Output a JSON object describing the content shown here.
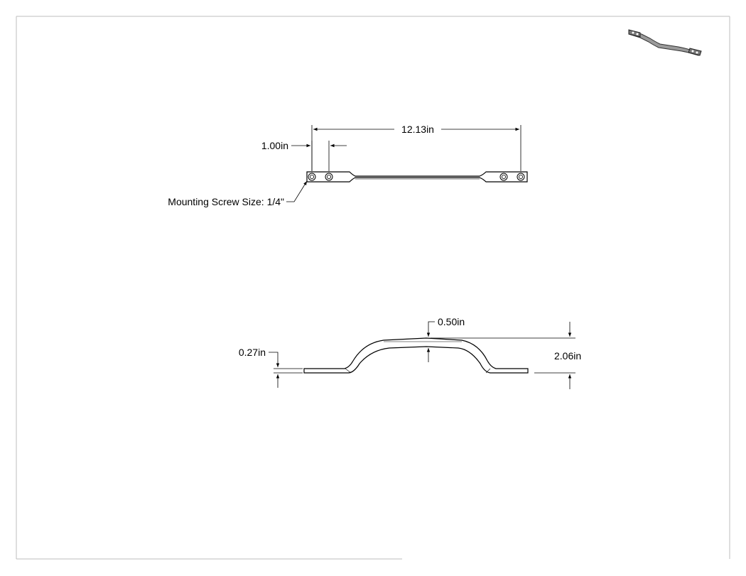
{
  "drawing": {
    "top_view": {
      "overall_length": "12.13in",
      "hole_spacing": "1.00in",
      "note": "Mounting Screw Size: 1/4\""
    },
    "side_view": {
      "handle_thickness": "0.50in",
      "overall_height": "2.06in",
      "foot_thickness": "0.27in"
    }
  },
  "colors": {
    "line": "#000000",
    "frame": "#bdbdbd",
    "part_fill": "#ffffff"
  },
  "icons": {
    "iso_preview": "handle-isometric-icon"
  }
}
